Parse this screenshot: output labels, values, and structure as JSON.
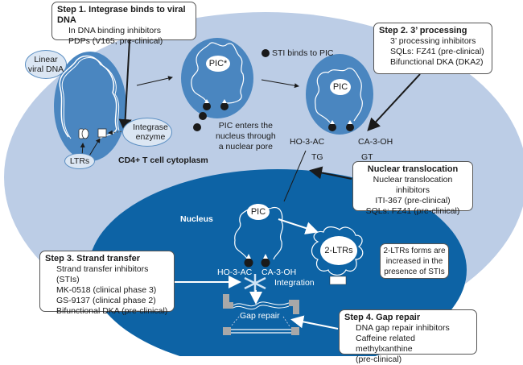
{
  "colors": {
    "cytoplasm": "#bccde6",
    "nucleus": "#0d63a5",
    "pic_cell": "#4a86c0",
    "box_border": "#555555",
    "dark": "#1a1a1a"
  },
  "steps": {
    "step1": {
      "title": "Step 1. Integrase binds to viral DNA",
      "lines": [
        "In DNA binding inhibitors",
        "PDPs (V165, pre-clinical)"
      ]
    },
    "step2": {
      "title": "Step 2. 3’ processing",
      "lines": [
        "3’ processing inhibitors",
        "SQLs: FZ41 (pre-clinical)",
        "Bifunctional DKA (DKA2)"
      ]
    },
    "nuclear_translocation": {
      "title": "Nuclear translocation",
      "lines": [
        "Nuclear translocation inhibitors",
        "ITI-367 (pre-clinical)",
        "SQLs: FZ41 (pre-clinical)"
      ]
    },
    "step3": {
      "title": "Step 3. Strand transfer",
      "lines": [
        "Strand transfer inhibitors (STIs)",
        "MK-0518 (clinical phase 3)",
        "GS-9137 (clinical phase 2)",
        "Bifunctional DKA (pre-clinical)"
      ]
    },
    "step4": {
      "title": "Step 4. Gap repair",
      "lines": [
        "DNA gap repair inhibitors",
        "Caffeine related methylxanthine",
        "(pre-clinical)"
      ]
    }
  },
  "note_2ltr": [
    "2-LTRs forms are",
    "increased in the",
    "presence of STIs"
  ],
  "labels": {
    "linear_viral_dna": [
      "Linear",
      "viral DNA"
    ],
    "integrase_enzyme": [
      "Integrase",
      "enzyme"
    ],
    "ltrs": "LTRs",
    "cytoplasm": "CD4+ T cell cytoplasm",
    "pic_star": "PIC*",
    "pic": "PIC",
    "pic_nucleus": "PIC",
    "sti_binds": "STI binds to PIC",
    "pic_enters": [
      "PIC enters the",
      "nucleus through",
      "a nuclear pore"
    ],
    "ho3ac": "HO-3-AC",
    "ca3oh": "CA-3-OH",
    "tg": "TG",
    "gt": "GT",
    "nucleus": "Nucleus",
    "ho3ac_n": "HO-3-AC",
    "ca3oh_n": "CA-3-OH",
    "integration": "Integration",
    "gap_repair": "Gap repair",
    "two_ltrs": "2-LTRs"
  }
}
